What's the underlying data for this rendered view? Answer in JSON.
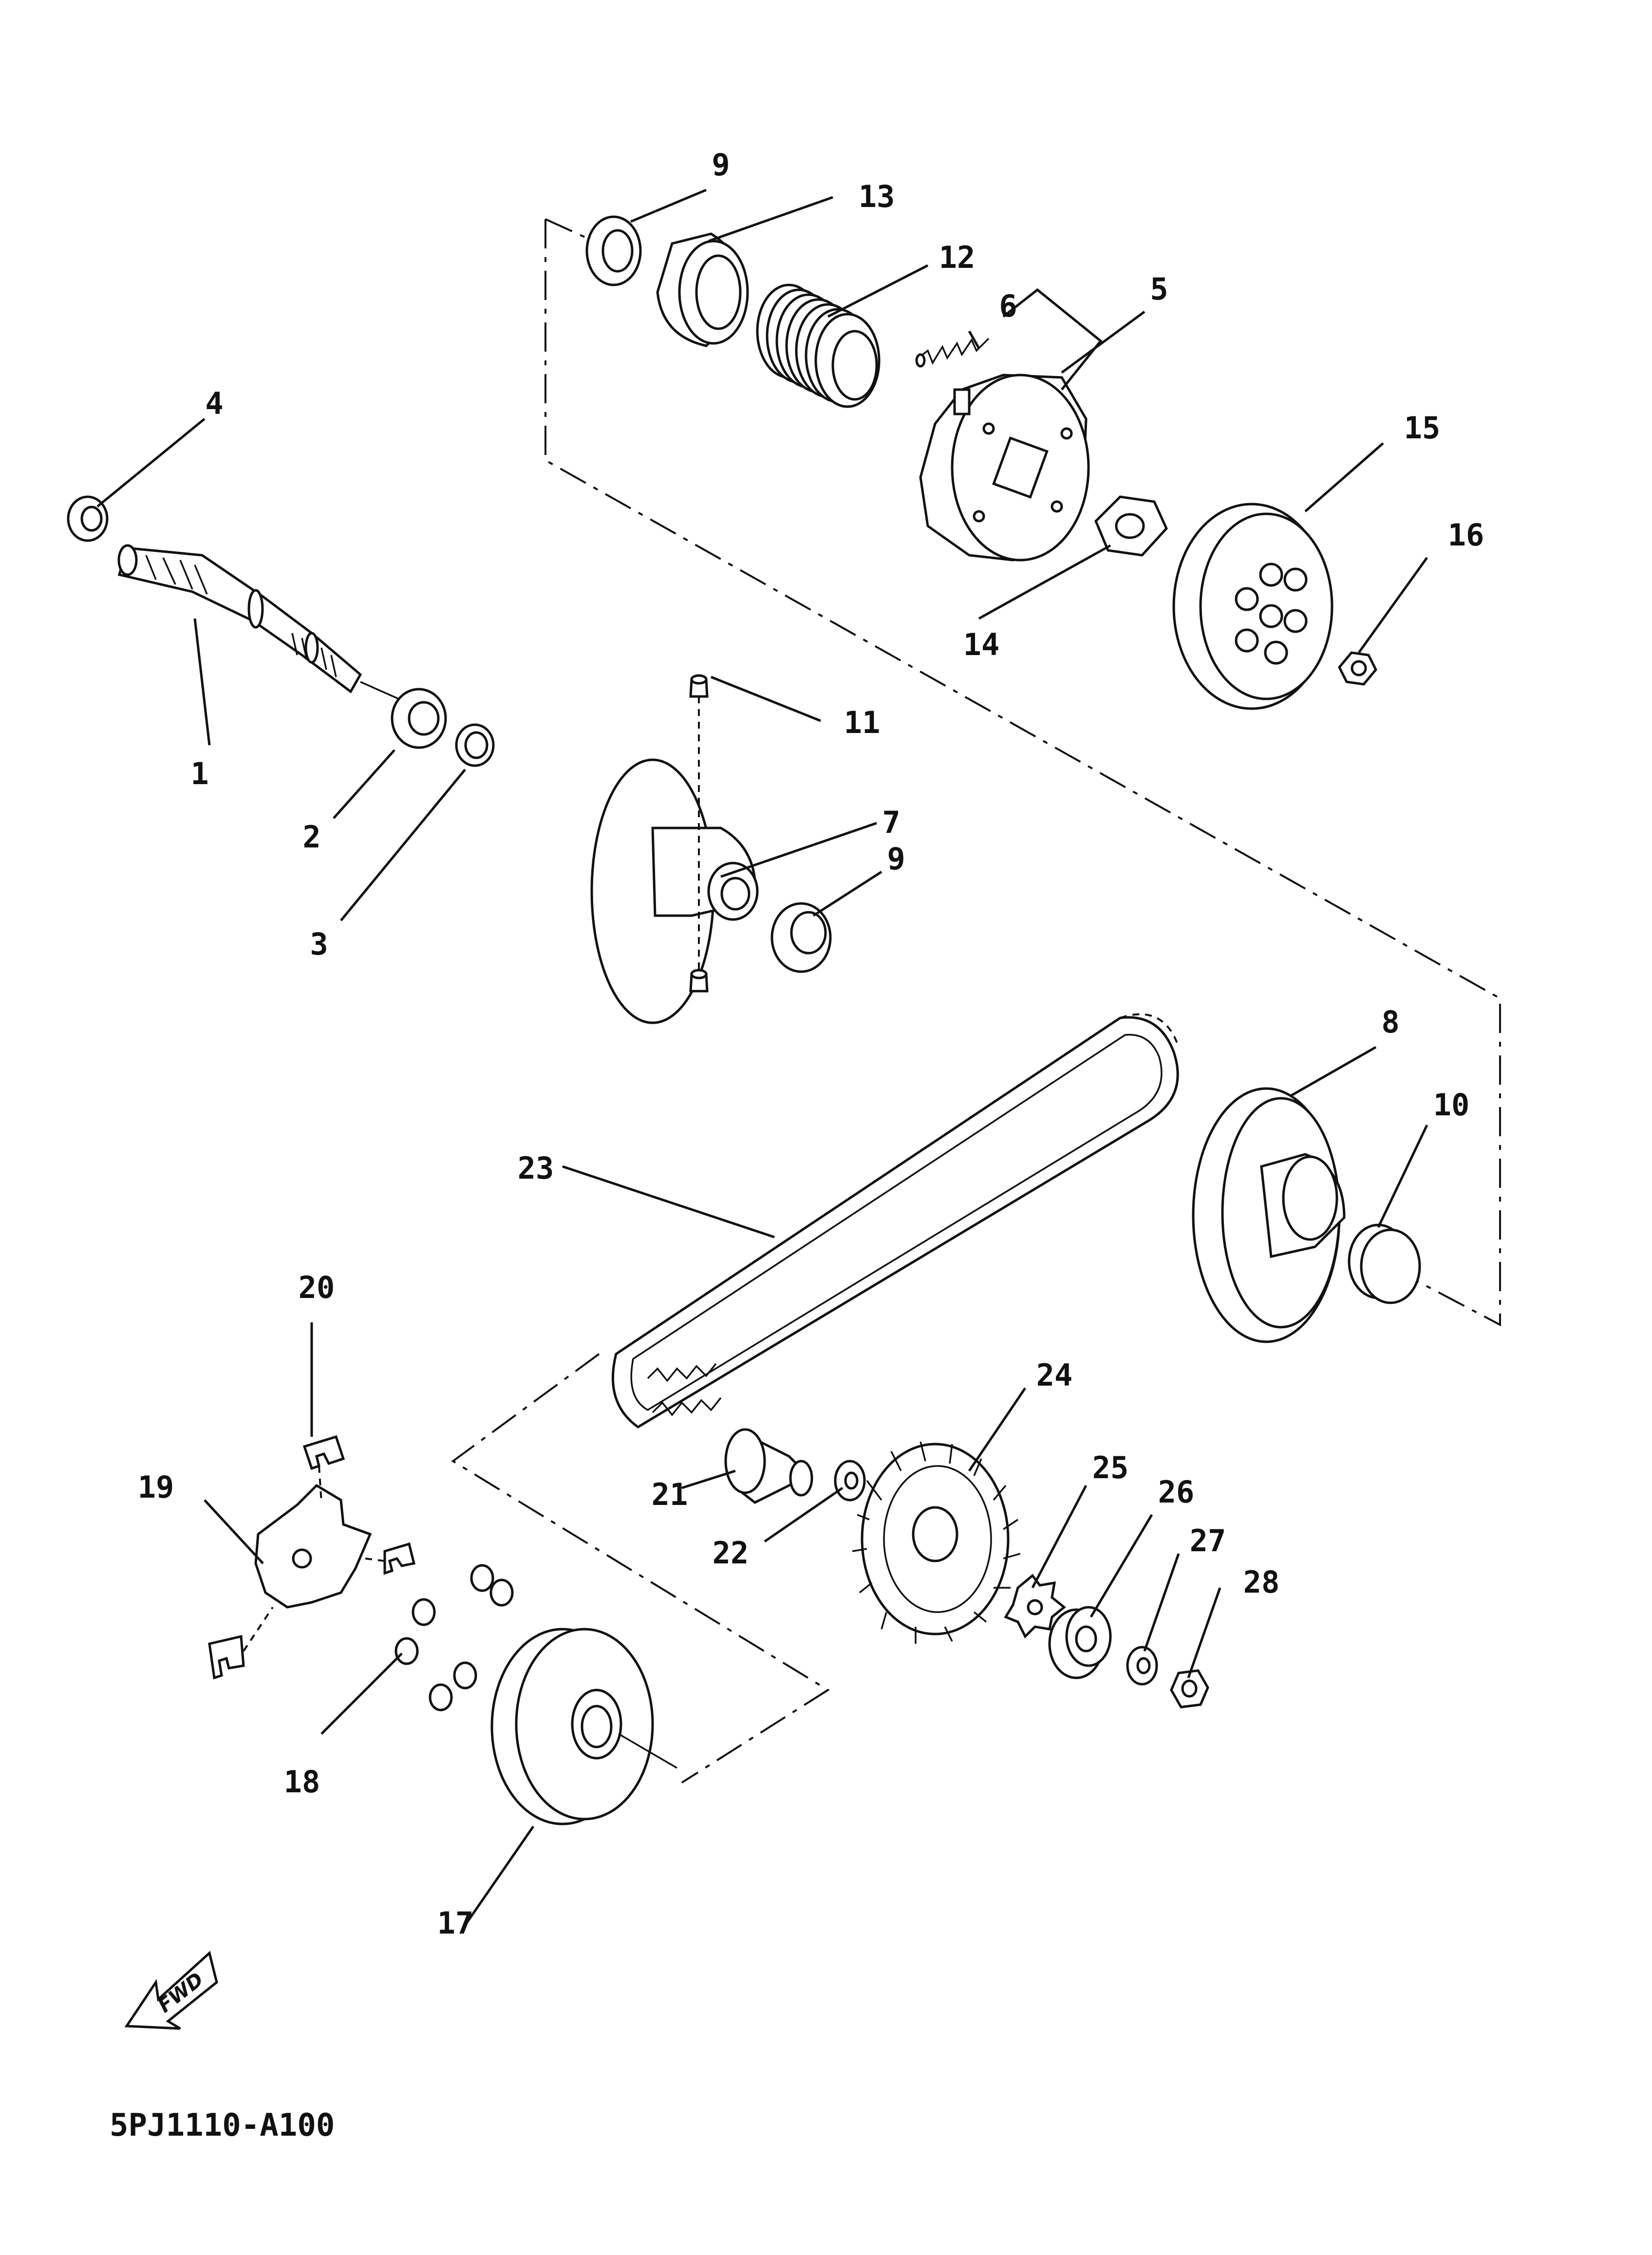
{
  "diagram": {
    "callouts": {
      "c1": "1",
      "c2": "2",
      "c3": "3",
      "c4": "4",
      "c5": "5",
      "c6": "6",
      "c7": "7",
      "c8": "8",
      "c9a": "9",
      "c9b": "9",
      "c10": "10",
      "c11": "11",
      "c12": "12",
      "c13": "13",
      "c14": "14",
      "c15": "15",
      "c16": "16",
      "c17": "17",
      "c18": "18",
      "c19": "19",
      "c20": "20",
      "c21": "21",
      "c22": "22",
      "c23": "23",
      "c24": "24",
      "c25": "25",
      "c26": "26",
      "c27": "27",
      "c28": "28"
    },
    "direction_arrow_label": "FWD",
    "diagram_code": "5PJ1110-A100"
  }
}
